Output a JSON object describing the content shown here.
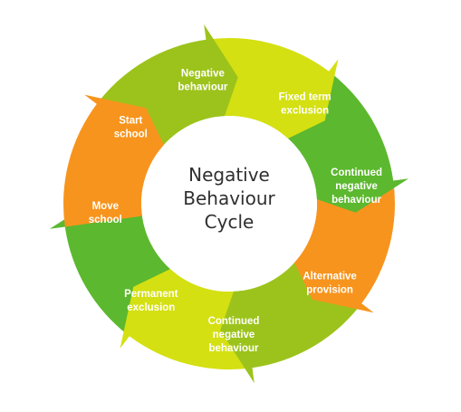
{
  "diagram": {
    "center_lines": [
      "Negative",
      "Behaviour",
      "Cycle"
    ],
    "segments": [
      {
        "lines": [
          "Negative",
          "behaviour"
        ],
        "color": "#f7941d"
      },
      {
        "lines": [
          "Fixed term",
          "exclusion"
        ],
        "color": "#9cc31b"
      },
      {
        "lines": [
          "Continued",
          "negative",
          "behaviour"
        ],
        "color": "#d4e011"
      },
      {
        "lines": [
          "Alternative",
          "provision"
        ],
        "color": "#5cb82e"
      },
      {
        "lines": [
          "Continued",
          "negative",
          "behaviour"
        ],
        "color": "#f7941d"
      },
      {
        "lines": [
          "Permanent",
          "exclusion"
        ],
        "color": "#9cc31b"
      },
      {
        "lines": [
          "Move",
          "school"
        ],
        "color": "#d4e011"
      },
      {
        "lines": [
          "Start",
          "school"
        ],
        "color": "#5cb82e"
      }
    ]
  }
}
